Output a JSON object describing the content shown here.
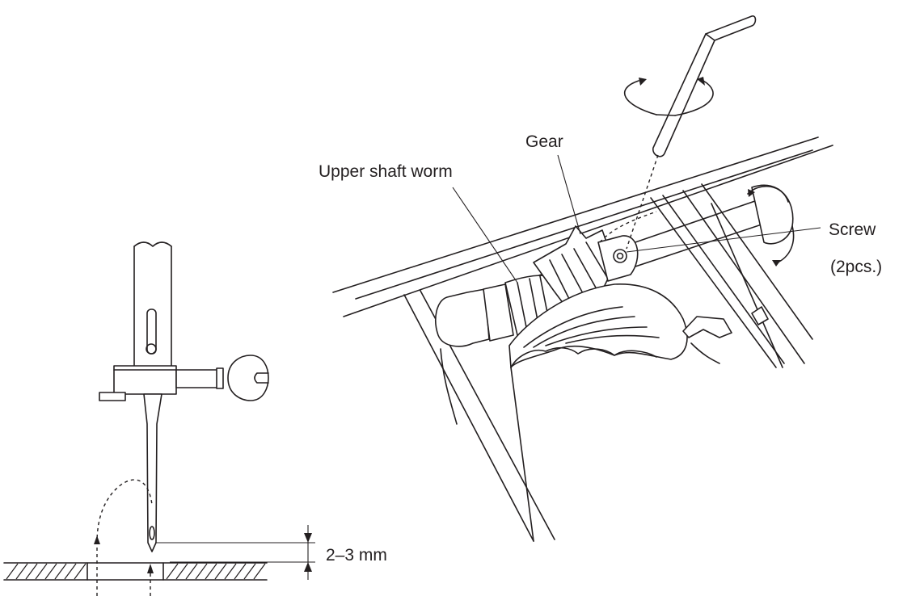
{
  "labels": {
    "gear": "Gear",
    "upper_shaft_worm": "Upper shaft worm",
    "screw": "Screw",
    "screw_qty": "(2pcs.)",
    "gap_dimension": "2–3 mm"
  }
}
